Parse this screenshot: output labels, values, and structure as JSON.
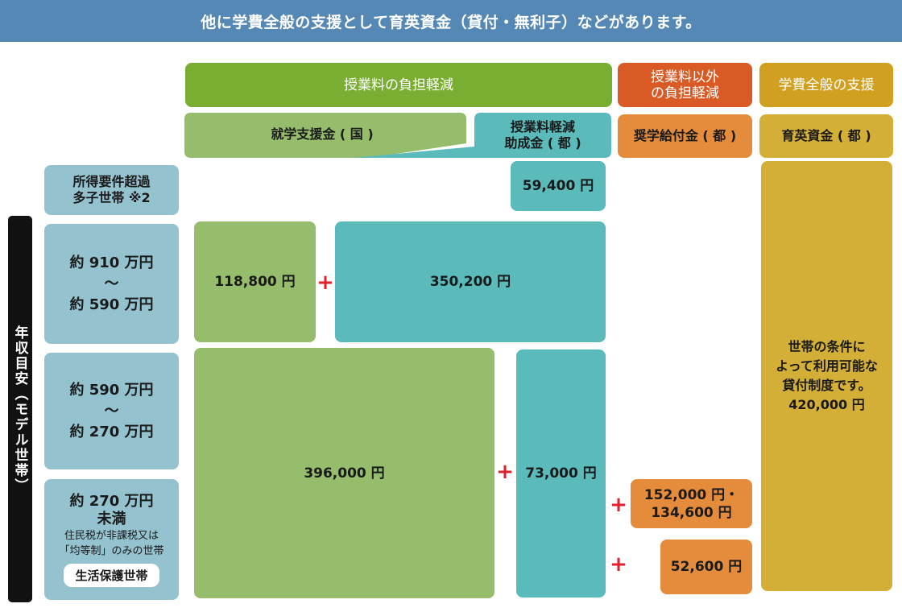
{
  "banner": "他に学費全般の支援として育英資金（貸付・無利子）などがあります。",
  "headers": {
    "tuition": "授業料の負担軽減",
    "other": "授業料以外\nの負担軽減",
    "general": "学費全般の支援"
  },
  "subheaders": {
    "national": "就学支援金 ( 国 )",
    "metro": "授業料軽減\n助成金 ( 都 )",
    "scholarship": "奨学給付金 ( 都 )",
    "ikuei": "育英資金 ( 都 )"
  },
  "y_axis_label": "年収目安（モデル世帯）",
  "rows": {
    "over": "所得要件超過\n多子世帯 ※2",
    "r1": "約 910 万円\n～\n約 590 万円",
    "r2": "約 590 万円\n～\n約 270 万円",
    "r3_main": "約 270 万円\n未満",
    "r3_note": "住民税が非課税又は\n「均等制」のみの世帯",
    "r3_pill": "生活保護世帯"
  },
  "amounts": {
    "over_metro": "59,400 円",
    "r1_national": "118,800 円",
    "r1_metro": "350,200 円",
    "r23_national": "396,000 円",
    "r23_metro": "73,000 円",
    "scholar_a": "152,000 円・\n134,600 円",
    "scholar_b": "52,600 円",
    "ikuei": "世帯の条件に\nよって利用可能な\n貸付制度です。\n420,000 円"
  },
  "plus": "+",
  "colors": {
    "banner": "#5588b4",
    "tuition_header": "#7aae32",
    "other_header": "#d95a24",
    "general_header": "#d2a020",
    "national": "#95bd6b",
    "metro": "#5bbaba",
    "scholarship": "#e58c3c",
    "ikuei": "#d4af38",
    "row_label": "#94c3cf",
    "plus": "#e0202a"
  }
}
